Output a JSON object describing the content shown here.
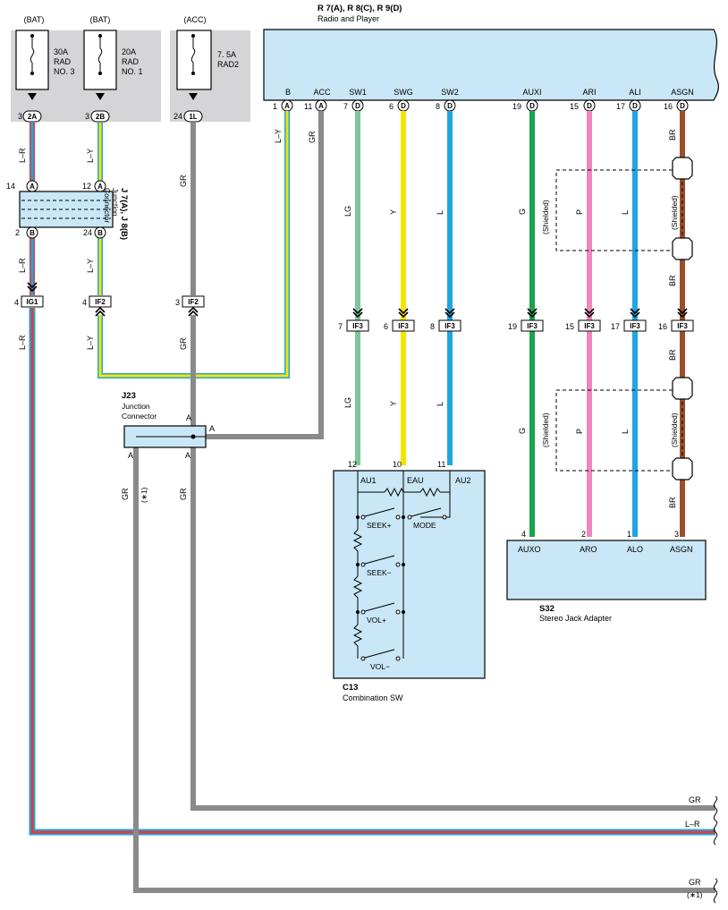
{
  "fuses": [
    {
      "source": "(BAT)",
      "rating": "30A",
      "name1": "RAD",
      "name2": "NO. 3",
      "pin": "3",
      "cavity": "2A"
    },
    {
      "source": "(BAT)",
      "rating": "20A",
      "name1": "RAD",
      "name2": "NO. 1",
      "pin": "3",
      "cavity": "2B"
    },
    {
      "source": "(ACC)",
      "rating": "7. 5A",
      "name1": "RAD2",
      "name2": "",
      "pin": "24",
      "cavity": "1L"
    }
  ],
  "radio": {
    "title": "R 7(A), R 8(C), R 9(D)",
    "subtitle": "Radio and Player",
    "terminals": [
      {
        "name": "B",
        "pin": "1",
        "cavity": "A"
      },
      {
        "name": "ACC",
        "pin": "11",
        "cavity": "A"
      },
      {
        "name": "SW1",
        "pin": "7",
        "cavity": "D"
      },
      {
        "name": "SWG",
        "pin": "6",
        "cavity": "D"
      },
      {
        "name": "SW2",
        "pin": "8",
        "cavity": "D"
      },
      {
        "name": "AUXI",
        "pin": "19",
        "cavity": "D"
      },
      {
        "name": "ARI",
        "pin": "15",
        "cavity": "D"
      },
      {
        "name": "ALI",
        "pin": "17",
        "cavity": "D"
      },
      {
        "name": "ASGN",
        "pin": "16",
        "cavity": "D"
      }
    ]
  },
  "junction_j7": {
    "title": "J 7(A), J 8(B)",
    "sub1": "Junction",
    "sub2": "Connector",
    "top_left_pin": "14",
    "top_left_cav": "A",
    "top_right_pin": "12",
    "top_right_cav": "A",
    "bot_left_pin": "2",
    "bot_left_cav": "B",
    "bot_right_pin": "24",
    "bot_right_cav": "B"
  },
  "junction_j23": {
    "title": "J23",
    "sub1": "Junction",
    "sub2": "Connector",
    "top_cav": "A",
    "right_cav": "A",
    "bot_left_cav": "A",
    "bot_right_cav": "A"
  },
  "inline_connectors": [
    {
      "pin": "4",
      "name": "IG1"
    },
    {
      "pin": "4",
      "name": "IF2"
    },
    {
      "pin": "3",
      "name": "IF2"
    },
    {
      "pin": "7",
      "name": "IF3"
    },
    {
      "pin": "6",
      "name": "IF3"
    },
    {
      "pin": "8",
      "name": "IF3"
    },
    {
      "pin": "19",
      "name": "IF3"
    },
    {
      "pin": "15",
      "name": "IF3"
    },
    {
      "pin": "17",
      "name": "IF3"
    },
    {
      "pin": "16",
      "name": "IF3"
    }
  ],
  "wire_colors": {
    "lr": "L–R",
    "ly": "L–Y",
    "gr": "GR",
    "lg": "LG",
    "y": "Y",
    "l": "L",
    "g": "G",
    "p": "P",
    "br": "BR",
    "shielded": "(Shielded)",
    "star1": "(∗1)"
  },
  "combination_sw": {
    "title": "C13",
    "subtitle": "Combination SW",
    "pins": [
      "12",
      "10",
      "11"
    ],
    "terminals": [
      "AU1",
      "EAU",
      "AU2"
    ],
    "switches": [
      "SEEK+",
      "MODE",
      "SEEK−",
      "VOL+",
      "VOL−"
    ]
  },
  "stereo_jack": {
    "title": "S32",
    "subtitle": "Stereo Jack Adapter",
    "pins": [
      "4",
      "2",
      "1",
      "3"
    ],
    "terminals": [
      "AUXO",
      "ARO",
      "ALO",
      "ASGN"
    ]
  },
  "colors": {
    "gray": "#8a8a8c",
    "light_green": "#7fc79a",
    "yellow": "#f5e400",
    "blue": "#1fa6de",
    "green": "#19a34a",
    "pink": "#ef86bc",
    "brown": "#9c4e2b",
    "red": "#e23a3a",
    "box_fill": "#c9e7f6"
  }
}
